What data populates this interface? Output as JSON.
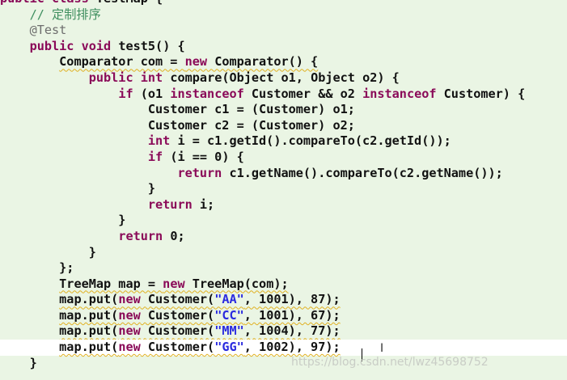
{
  "lines": [
    {
      "parts": [
        {
          "t": "public",
          "c": "kw"
        },
        {
          "t": " "
        },
        {
          "t": "class",
          "c": "kw"
        },
        {
          "t": " TestMap {"
        }
      ]
    },
    {
      "parts": [
        {
          "t": "    "
        },
        {
          "t": "// 定制排序",
          "c": "cm"
        }
      ]
    },
    {
      "parts": [
        {
          "t": "    "
        },
        {
          "t": "@Test",
          "c": "an"
        }
      ]
    },
    {
      "parts": [
        {
          "t": "    "
        },
        {
          "t": "public",
          "c": "kw"
        },
        {
          "t": " "
        },
        {
          "t": "void",
          "c": "kw"
        },
        {
          "t": " test5() {"
        }
      ]
    },
    {
      "parts": [
        {
          "t": "        "
        },
        {
          "t": "Comparator com = ",
          "c": "squig"
        },
        {
          "t": "new",
          "c": "kw squig"
        },
        {
          "t": " Comparator() {",
          "c": "squig"
        }
      ]
    },
    {
      "parts": [
        {
          "t": "            "
        },
        {
          "t": "public",
          "c": "kw"
        },
        {
          "t": " "
        },
        {
          "t": "int",
          "c": "kw"
        },
        {
          "t": " compare(Object o1, Object o2) {"
        }
      ]
    },
    {
      "parts": [
        {
          "t": "                "
        },
        {
          "t": "if",
          "c": "kw"
        },
        {
          "t": " (o1 "
        },
        {
          "t": "instanceof",
          "c": "kw"
        },
        {
          "t": " Customer && o2 "
        },
        {
          "t": "instanceof",
          "c": "kw"
        },
        {
          "t": " Customer) {"
        }
      ]
    },
    {
      "parts": [
        {
          "t": "                    Customer c1 = (Customer) o1;"
        }
      ]
    },
    {
      "parts": [
        {
          "t": "                    Customer c2 = (Customer) o2;"
        }
      ]
    },
    {
      "parts": [
        {
          "t": "                    "
        },
        {
          "t": "int",
          "c": "kw"
        },
        {
          "t": " i = c1.getId().compareTo(c2.getId());"
        }
      ]
    },
    {
      "parts": [
        {
          "t": "                    "
        },
        {
          "t": "if",
          "c": "kw"
        },
        {
          "t": " (i == 0) {"
        }
      ]
    },
    {
      "parts": [
        {
          "t": "                        "
        },
        {
          "t": "return",
          "c": "kw"
        },
        {
          "t": " c1.getName().compareTo(c2.getName());"
        }
      ]
    },
    {
      "parts": [
        {
          "t": "                    }"
        }
      ]
    },
    {
      "parts": [
        {
          "t": "                    "
        },
        {
          "t": "return",
          "c": "kw"
        },
        {
          "t": " i;"
        }
      ]
    },
    {
      "parts": [
        {
          "t": "                }"
        }
      ]
    },
    {
      "parts": [
        {
          "t": "                "
        },
        {
          "t": "return",
          "c": "kw"
        },
        {
          "t": " 0;"
        }
      ]
    },
    {
      "parts": [
        {
          "t": "            }"
        }
      ]
    },
    {
      "parts": [
        {
          "t": "        };"
        }
      ]
    },
    {
      "parts": [
        {
          "t": "        "
        },
        {
          "t": "TreeMap map = ",
          "c": "squig"
        },
        {
          "t": "new",
          "c": "kw squig"
        },
        {
          "t": " TreeMap(com);",
          "c": "squig"
        }
      ]
    },
    {
      "parts": [
        {
          "t": "        "
        },
        {
          "t": "map.put(",
          "c": "squig"
        },
        {
          "t": "new",
          "c": "kw squig"
        },
        {
          "t": " Customer(",
          "c": "squig"
        },
        {
          "t": "\"AA\"",
          "c": "st squig"
        },
        {
          "t": ", 1001), 87);",
          "c": "squig"
        }
      ]
    },
    {
      "parts": [
        {
          "t": "        "
        },
        {
          "t": "map.put(",
          "c": "squig"
        },
        {
          "t": "new",
          "c": "kw squig"
        },
        {
          "t": " Customer(",
          "c": "squig"
        },
        {
          "t": "\"CC\"",
          "c": "st squig"
        },
        {
          "t": ", 1001), 67);",
          "c": "squig"
        }
      ]
    },
    {
      "parts": [
        {
          "t": "        "
        },
        {
          "t": "map.put(",
          "c": "squig"
        },
        {
          "t": "new",
          "c": "kw squig"
        },
        {
          "t": " Customer(",
          "c": "squig"
        },
        {
          "t": "\"MM\"",
          "c": "st squig"
        },
        {
          "t": ", 1004), 77);",
          "c": "squig"
        }
      ]
    },
    {
      "parts": [
        {
          "t": "        "
        },
        {
          "t": "map.put(",
          "c": "squig"
        },
        {
          "t": "new",
          "c": "kw squig"
        },
        {
          "t": " Customer(",
          "c": "squig"
        },
        {
          "t": "\"GG\"",
          "c": "st squig"
        },
        {
          "t": ", 1002), 97);",
          "c": "squig"
        }
      ],
      "current": true
    },
    {
      "parts": [
        {
          "t": "    }"
        }
      ]
    }
  ],
  "watermark": "https://blog.csdn.net/lwz45698752",
  "colors": {
    "background": "#eaf5e4",
    "current_line": "#ffffff",
    "keyword": "#8a0a58",
    "comment": "#3f8f5f",
    "annotation": "#6e6e6e",
    "string": "#2a2adf",
    "warning_underline": "#e0b020"
  },
  "cursor_icon": "text-cursor-icon"
}
